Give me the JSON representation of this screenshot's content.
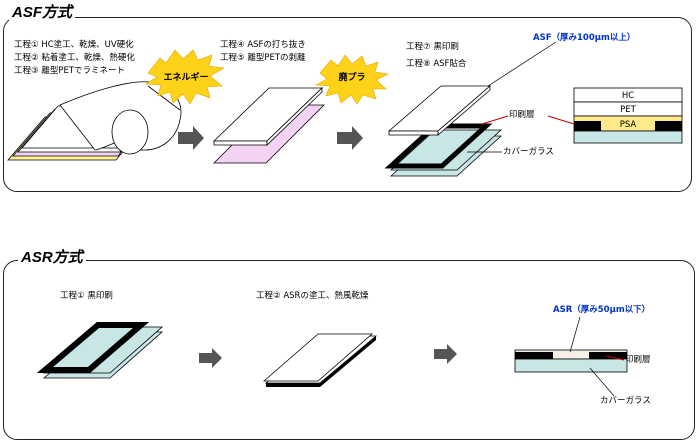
{
  "asf": {
    "title": "ASF方式",
    "steps": {
      "s1": "工程① HC塗工、乾燥、UV硬化",
      "s2": "工程② 粘着塗工、乾燥、熱硬化",
      "s3": "工程③ 離型PETでラミネート",
      "s4": "工程④ ASFの打ち抜き",
      "s5": "工程⑤ 離型PETの剥離",
      "s6": "工程⑦ 黒印刷",
      "s7": "工程⑧ ASF貼合"
    },
    "burst_energy": "エネルギー",
    "burst_waste": "廃プラ",
    "asf_label": "ASF（厚み100μm以上）",
    "print_layer": "印刷層",
    "cover_glass": "カバーガラス",
    "layers": {
      "hc": "HC",
      "pet": "PET",
      "psa": "PSA"
    }
  },
  "asr": {
    "title": "ASR方式",
    "step1": "工程① 黒印刷",
    "step2": "工程② ASRの塗工、熱風乾燥",
    "asr_label": "ASR（厚み50μm以下）",
    "print_layer": "印刷層",
    "cover_glass": "カバーガラス"
  },
  "colors": {
    "glass": "#c8e6e6",
    "film": "#ffffff",
    "pink": "#f4d2f4",
    "yellow": "#fff39a",
    "psa": "#ffe98a",
    "burst": "#ffd21a",
    "label_blue": "#0033cc"
  }
}
